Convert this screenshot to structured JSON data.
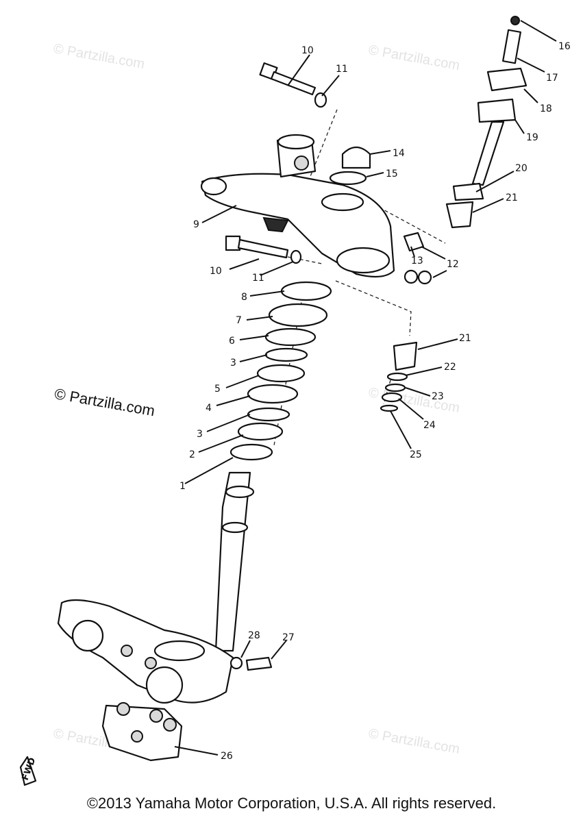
{
  "watermarks": {
    "faint": "© Partzilla.com",
    "main": "© Partzilla.com"
  },
  "copyright": "©2013  Yamaha Motor Corporation, U.S.A. All rights reserved.",
  "fwd_marker": "FWD",
  "callouts": {
    "c1": "1",
    "c2": "2",
    "c3a": "3",
    "c3b": "3",
    "c4": "4",
    "c5": "5",
    "c6": "6",
    "c7": "7",
    "c8": "8",
    "c9": "9",
    "c10a": "10",
    "c10b": "10",
    "c11a": "11",
    "c11b": "11",
    "c12": "12",
    "c13": "13",
    "c14": "14",
    "c15": "15",
    "c16": "16",
    "c17": "17",
    "c18": "18",
    "c19": "19",
    "c20": "20",
    "c21a": "21",
    "c21b": "21",
    "c22": "22",
    "c23": "23",
    "c24": "24",
    "c25": "25",
    "c26": "26",
    "c27": "27",
    "c28": "28"
  }
}
